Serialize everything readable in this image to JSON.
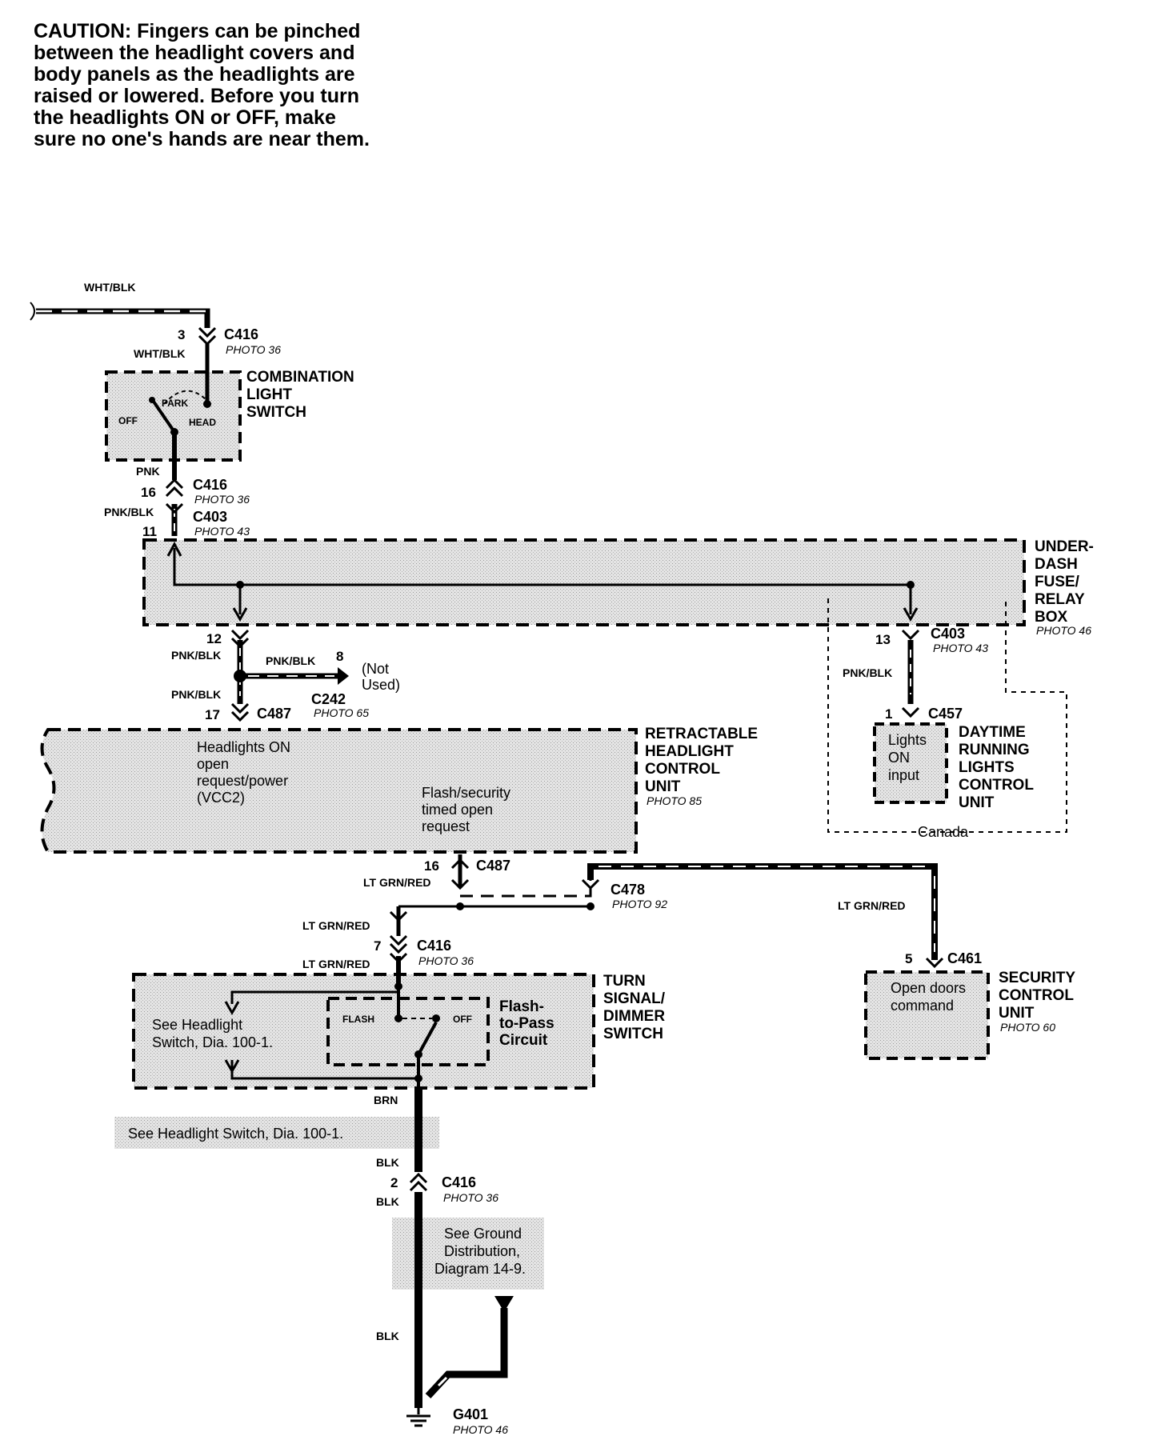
{
  "caution": {
    "lines": [
      "CAUTION: Fingers can be pinched",
      "between the headlight covers and",
      "body panels as the headlights are",
      "raised or lowered. Before you turn",
      "the headlights ON or OFF, make",
      "sure no one's hands are near them."
    ]
  },
  "wires": {
    "wht_blk": "WHT/BLK",
    "pnk": "PNK",
    "pnk_blk": "PNK/BLK",
    "lt_grn_red": "LT GRN/RED",
    "brn": "BRN",
    "blk": "BLK"
  },
  "photos": {
    "p36": "PHOTO 36",
    "p43": "PHOTO 43",
    "p46": "PHOTO 46",
    "p65": "PHOTO 65",
    "p85": "PHOTO 85",
    "p92": "PHOTO 92",
    "p60": "PHOTO 60"
  },
  "connectors": {
    "c416": "C416",
    "c403": "C403",
    "c242": "C242",
    "c487": "C487",
    "c457": "C457",
    "c478": "C478",
    "c461": "C461",
    "g401": "G401"
  },
  "pins": {
    "p3": "3",
    "p16": "16",
    "p11": "11",
    "p12": "12",
    "p8": "8",
    "p17": "17",
    "p13": "13",
    "p1": "1",
    "p7": "7",
    "p5": "5",
    "p2": "2"
  },
  "components": {
    "combination_switch": [
      "COMBINATION",
      "LIGHT",
      "SWITCH"
    ],
    "switch_positions": {
      "park": "PARK",
      "off": "OFF",
      "head": "HEAD"
    },
    "fuse_box": [
      "UNDER-",
      "DASH",
      "FUSE/",
      "RELAY",
      "BOX"
    ],
    "retractable": [
      "RETRACTABLE",
      "HEADLIGHT",
      "CONTROL",
      "UNIT"
    ],
    "retractable_inputs": {
      "headlights_on": [
        "Headlights ON",
        "open",
        "request/power",
        "(VCC2)"
      ],
      "flash_security": [
        "Flash/security",
        "timed open",
        "request"
      ]
    },
    "drl": [
      "DAYTIME",
      "RUNNING",
      "LIGHTS",
      "CONTROL",
      "UNIT"
    ],
    "drl_input": [
      "Lights",
      "ON",
      "input"
    ],
    "canada": "Canada",
    "not_used": [
      "(Not",
      "Used)"
    ],
    "turn_signal": [
      "TURN",
      "SIGNAL/",
      "DIMMER",
      "SWITCH"
    ],
    "see_headlight_dia": [
      "See Headlight",
      "Switch, Dia. 100-1."
    ],
    "flash_positions": {
      "flash": "FLASH",
      "off": "OFF"
    },
    "flash_to_pass": [
      "Flash-",
      "to-Pass",
      "Circuit"
    ],
    "security": [
      "SECURITY",
      "CONTROL",
      "UNIT"
    ],
    "open_doors": [
      "Open doors",
      "command"
    ],
    "see_headlight_line": "See Headlight Switch, Dia. 100-1.",
    "see_ground": [
      "See Ground",
      "Distribution,",
      "Diagram 14-9."
    ]
  }
}
